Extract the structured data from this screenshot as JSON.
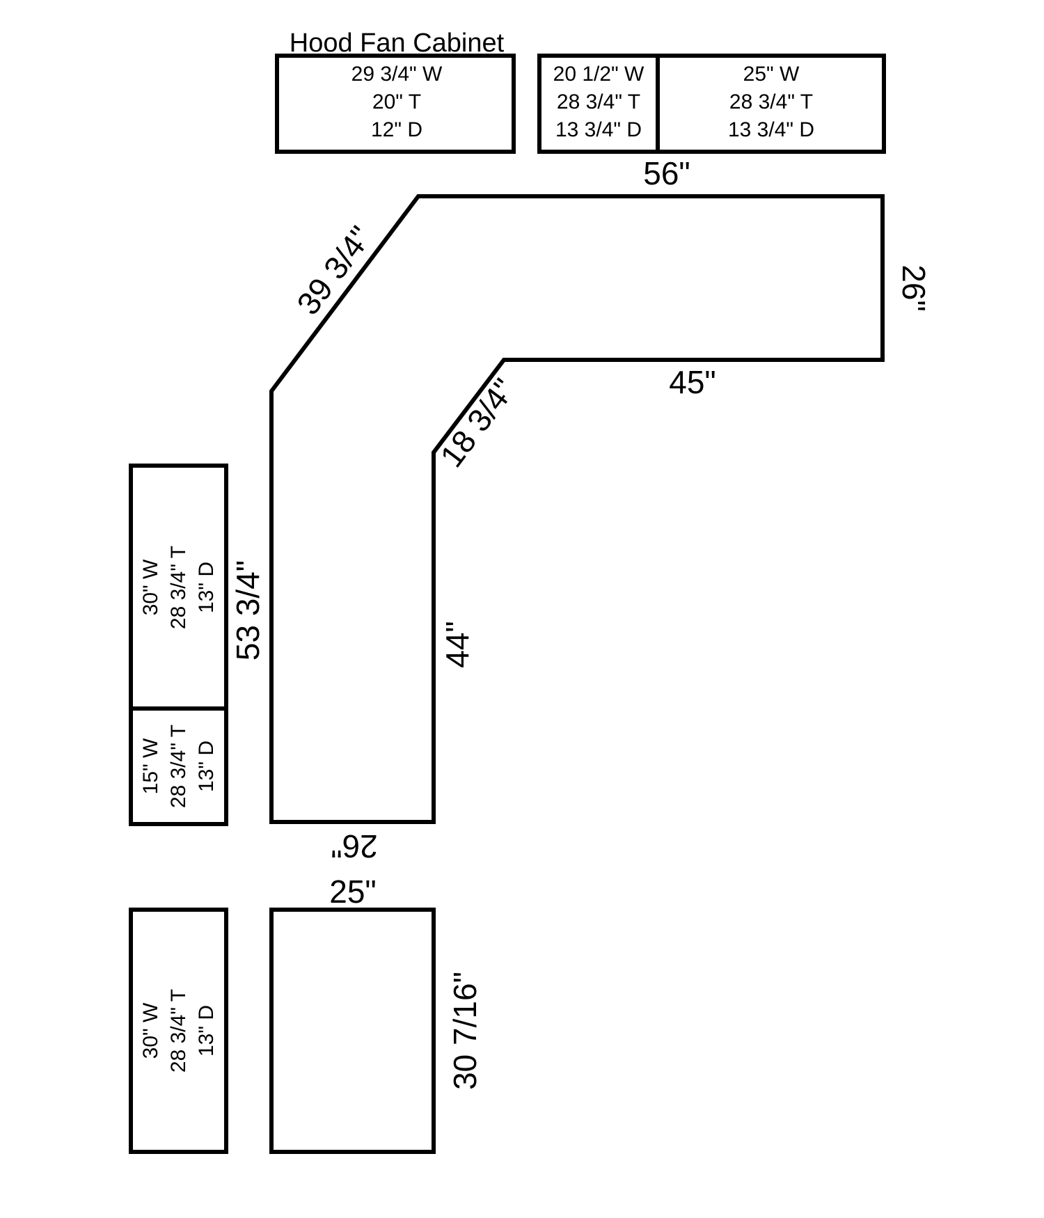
{
  "hood_fan": {
    "title": "Hood Fan Cabinet",
    "lines": [
      "29 3/4\" W",
      "20\" T",
      "12\" D"
    ]
  },
  "upper_right_cabinets": [
    {
      "lines": [
        "20 1/2\" W",
        "28 3/4\" T",
        "13 3/4\" D"
      ]
    },
    {
      "lines": [
        "25\" W",
        "28 3/4\" T",
        "13 3/4\" D"
      ]
    }
  ],
  "countertop": {
    "top_width": "56\"",
    "right_depth": "26\"",
    "inner_edge": "45\"",
    "outer_diagonal": "39 3/4\"",
    "inner_diagonal": "18 3/4\"",
    "outer_leg": "53 3/4\"",
    "inner_leg": "44\"",
    "bottom_width": "26\""
  },
  "left_cabinets": [
    {
      "lines": [
        "30\" W",
        "28 3/4\" T",
        "13\" D"
      ]
    },
    {
      "lines": [
        "15\" W",
        "28 3/4\" T",
        "13\" D"
      ]
    },
    {
      "lines": [
        "30\" W",
        "28 3/4\" T",
        "13\" D"
      ]
    }
  ],
  "bottom_box": {
    "width": "25\"",
    "height": "30 7/16\""
  }
}
